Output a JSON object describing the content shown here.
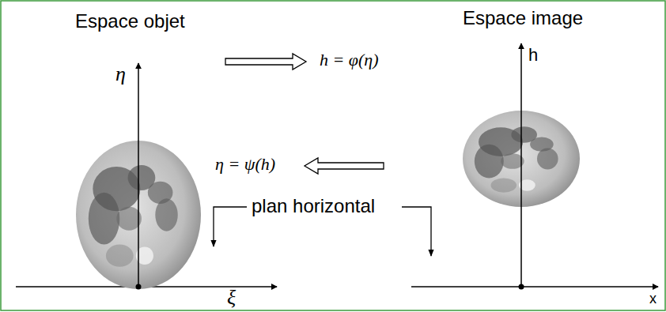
{
  "diagram": {
    "labels": [
      "Espace objet",
      "Espace image",
      "η",
      "h",
      "h = φ(η)",
      "η = ψ(h)",
      "plan horizontal",
      "ξ",
      "x"
    ]
  }
}
